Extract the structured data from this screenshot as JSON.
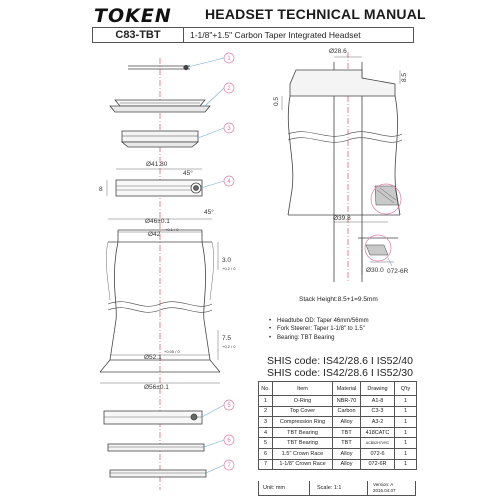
{
  "header": {
    "brand": "TOKEN",
    "title": "HEADSET TECHNICAL MANUAL",
    "model": "C83-TBT",
    "subtitle": "1-1/8\"+1.5\" Carbon Taper Integrated Headset"
  },
  "callouts": [
    "1",
    "2",
    "3",
    "4",
    "5",
    "6",
    "7"
  ],
  "dimensions": {
    "bearing_od": "Ø41.80",
    "bearing_height": "8",
    "angle_top": "45°",
    "angle_bottom": "45°",
    "cup_top_od": "Ø46±0.1",
    "cup_top_id": "Ø42",
    "cup_top_id_tol": "+0.1 / 0",
    "cup_top_depth": "3.0",
    "cup_top_depth_tol": "+0.2 / 0",
    "cup_bottom_depth": "7.5",
    "cup_bottom_depth_tol": "+0.2 / 0",
    "cup_bottom_id": "Ø52.1",
    "cup_bottom_id_tol": "+0.05 / 0",
    "cup_bottom_od": "Ø56±0.1",
    "steerer_dia": "Ø28.6",
    "top_stack": "8.5",
    "top_gap": "0.5",
    "lower_race_dia": "Ø39.8",
    "crown_race_dia": "Ø30.0",
    "crown_race_code": "072-6R"
  },
  "notes": {
    "stack_height": "Stack Height:8.5+1=9.5mm",
    "items": [
      "Headtube OD: Taper 46mm/56mm",
      "Fork Steerer: Taper 1-1/8\" to 1.5\"",
      "Bearing: TBT Bearing"
    ]
  },
  "shis": [
    "SHIS code: IS42/28.6 I IS52/40",
    "SHIS code: IS42/28.6 I IS52/30"
  ],
  "parts_table": {
    "headers": [
      "No.",
      "Item",
      "Material",
      "Drawing",
      "Q'ty"
    ],
    "rows": [
      [
        "1",
        "O-Ring",
        "NBR-70",
        "A1-8",
        "1"
      ],
      [
        "2",
        "Top Cover",
        "Carbon",
        "C3-3",
        "1"
      ],
      [
        "3",
        "Compression Ring",
        "Alloy",
        "A3-2",
        "1"
      ],
      [
        "4",
        "TBT Bearing",
        "TBT",
        "418CATC",
        "1"
      ],
      [
        "5",
        "TBT Bearing",
        "TBT",
        "ACB52H7VRC",
        "1"
      ],
      [
        "6",
        "1.5\" Crown Race",
        "Alloy",
        "072-6",
        "1"
      ],
      [
        "7",
        "1-1/8\" Crown Race",
        "Alloy",
        "072-6R",
        "1"
      ]
    ]
  },
  "footer": {
    "unit": "Unit: mm",
    "scale": "Scale: 1:1",
    "version": "Version: A",
    "date": "2016.04.07"
  },
  "colors": {
    "line": "#444444",
    "centerline": "#d9304a",
    "callout": "#e07aa8",
    "leader": "#6fb0c8",
    "hatch": "#555555"
  }
}
